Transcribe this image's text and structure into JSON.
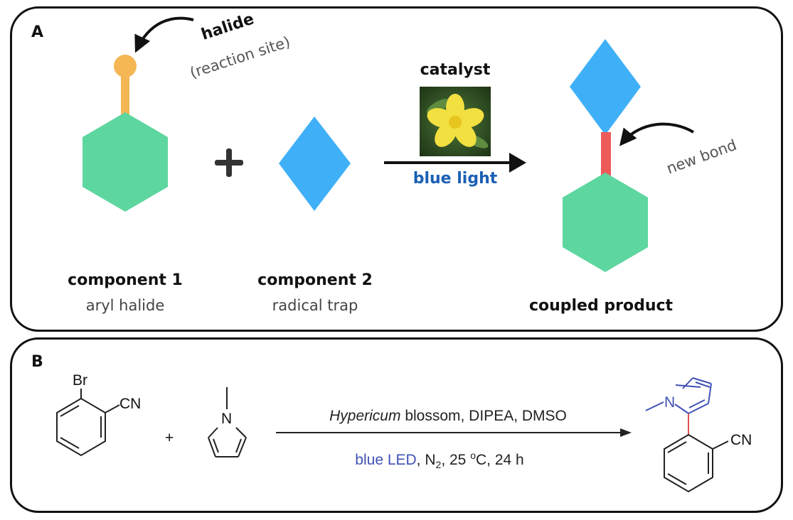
{
  "panel_a": {
    "letter": "A",
    "halide_title": "halide",
    "halide_sub": "(reaction site)",
    "plus_sign": "+",
    "catalyst_label": "catalyst",
    "light_label": "blue light",
    "new_bond_label": "new bond",
    "component1_title": "component 1",
    "component1_sub": "aryl halide",
    "component2_title": "component 2",
    "component2_sub": "radical trap",
    "product_title": "coupled product",
    "colors": {
      "hexagon": "#5dd6a0",
      "diamond": "#3fb0f7",
      "halide": "#f5b654",
      "new_bond": "#ee5a5a",
      "flower": "#f2e040",
      "leaves": "#3d6b2f"
    }
  },
  "panel_b": {
    "letter": "B",
    "br_label": "Br",
    "cn_label": "CN",
    "plus_sign": "+",
    "n_label": "N",
    "conditions_italic": "Hypericum",
    "conditions_rest": " blossom, DIPEA, DMSO",
    "led_label": "blue LED",
    "n2_main": ", N",
    "n2_sub": "2",
    "temp_main": ", 25 ",
    "temp_sup": "o",
    "temp_rest": "C, 24 h",
    "product_n_label": "N",
    "product_cn_label": "CN",
    "colors": {
      "pyrrole": "#3f51b5",
      "bond": "#e05050"
    }
  }
}
